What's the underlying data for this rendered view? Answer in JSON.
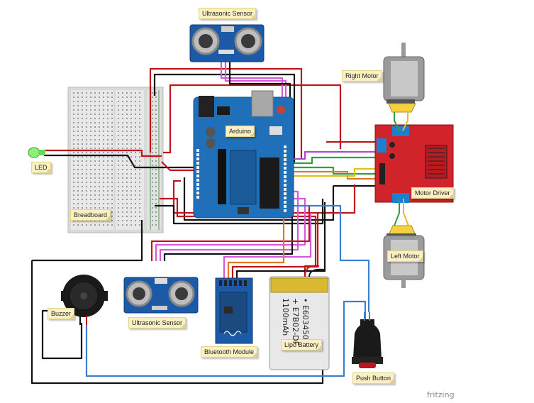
{
  "labels": {
    "ultrasonic_top": "Ultrasonic Sensor",
    "right_motor": "Right Motor",
    "arduino": "Arduino",
    "led": "LED",
    "breadboard": "Breadboard",
    "motor_driver": "Motor Driver",
    "left_motor": "Left Motor",
    "buzzer": "Buzzer",
    "ultrasonic_bottom": "Ultrasonic Sensor",
    "bluetooth": "Bluetooth Module",
    "lipo": "Lipo Battery",
    "push_button": "Push Button"
  },
  "battery": {
    "line1": "• E603450",
    "line2": "+ E7B02-DF",
    "line3": "1100mAh"
  },
  "brand": "fritzing",
  "colors": {
    "board": "#1f70b8",
    "driver": "#d0232a",
    "wire_red": "#c0141c",
    "wire_black": "#111111",
    "wire_pink": "#d65ad8",
    "wire_blue": "#3a7fd0",
    "wire_green": "#2ea043",
    "wire_yellow": "#e0c020",
    "wire_orange": "#e07a20",
    "note_bg": "#fbf0c4"
  }
}
